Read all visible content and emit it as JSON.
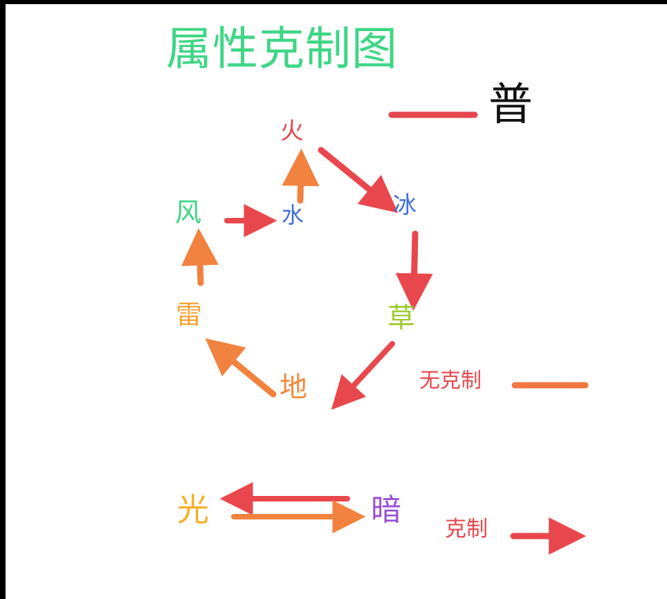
{
  "title": {
    "text": "属性克制图",
    "color": "#3fd685"
  },
  "legend": {
    "normal_symbol": {
      "text": "普",
      "color": "#111111"
    },
    "no_counter_label": {
      "text": "无克制",
      "color": "#e5484d"
    },
    "counter_label": {
      "text": "克制",
      "color": "#e5484d"
    }
  },
  "nodes": {
    "fire": {
      "text": "火",
      "color": "#e5484d"
    },
    "ice": {
      "text": "冰",
      "color": "#3f6fd8"
    },
    "grass": {
      "text": "草",
      "color": "#9ccb2e"
    },
    "earth": {
      "text": "地",
      "color": "#f08a3c"
    },
    "thunder": {
      "text": "雷",
      "color": "#f5a233"
    },
    "wind": {
      "text": "风",
      "color": "#3fd685"
    },
    "water": {
      "text": "水",
      "color": "#3f6fd8"
    },
    "light": {
      "text": "光",
      "color": "#f5b028"
    },
    "dark": {
      "text": "暗",
      "color": "#9b4fd6"
    }
  },
  "colors": {
    "red_arrow": "#e8484d",
    "orange_arrow": "#f2823f",
    "line_red": "#e5484d",
    "line_orange": "#f07840"
  },
  "relations": [
    {
      "from": "fire",
      "to": "ice",
      "type": "counter"
    },
    {
      "from": "ice",
      "to": "grass",
      "type": "counter"
    },
    {
      "from": "grass",
      "to": "earth",
      "type": "counter"
    },
    {
      "from": "earth",
      "to": "thunder",
      "type": "counter"
    },
    {
      "from": "thunder",
      "to": "wind",
      "type": "counter"
    },
    {
      "from": "wind",
      "to": "water",
      "type": "counter"
    },
    {
      "from": "water",
      "to": "fire",
      "type": "counter"
    },
    {
      "from": "dark",
      "to": "light",
      "type": "counter"
    },
    {
      "from": "light",
      "to": "dark",
      "type": "counter"
    }
  ]
}
